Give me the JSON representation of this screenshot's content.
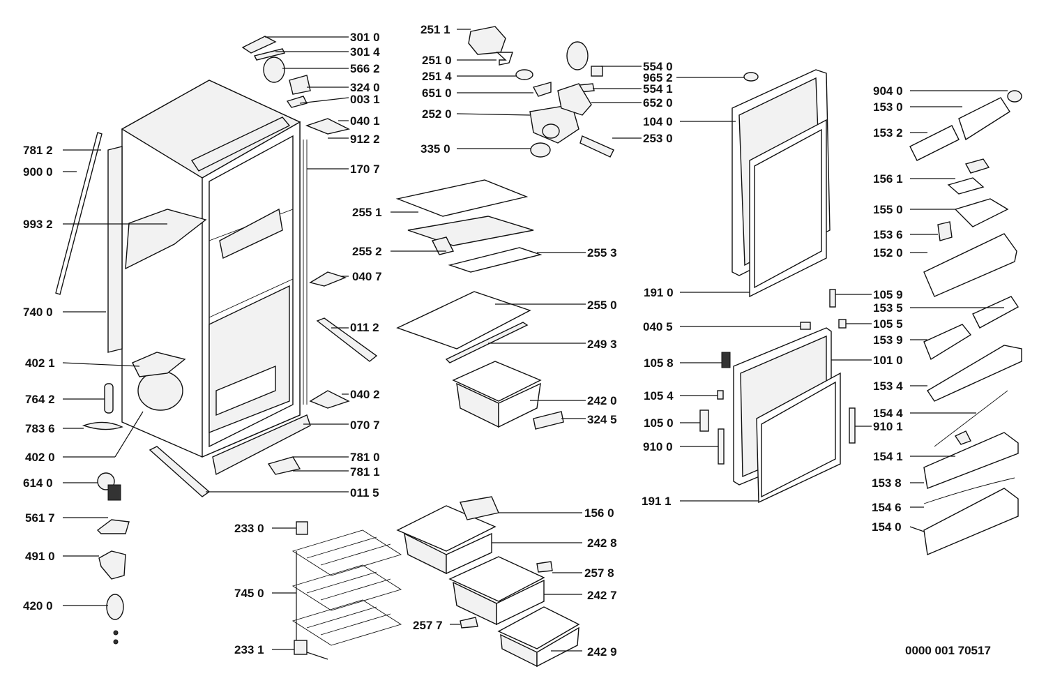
{
  "document_number": "0000 001 70517",
  "callouts": {
    "c3010": "301 0",
    "c3014": "301 4",
    "c5662": "566 2",
    "c3240": "324 0",
    "c0031": "003 1",
    "c0401": "040 1",
    "c9122": "912 2",
    "c1707": "170 7",
    "c7812": "781 2",
    "c9000": "900 0",
    "c9932": "993 2",
    "c7400": "740 0",
    "c4021": "402 1",
    "c7642": "764 2",
    "c7836": "783 6",
    "c4020": "402 0",
    "c6140": "614 0",
    "c5617": "561 7",
    "c4910": "491 0",
    "c4200": "420 0",
    "c0407": "040 7",
    "c0112": "011 2",
    "c0402": "040 2",
    "c0707": "070 7",
    "c7810": "781 0",
    "c7811": "781 1",
    "c0115": "011 5",
    "c2511": "251 1",
    "c2510": "251 0",
    "c2514": "251 4",
    "c6510": "651 0",
    "c2520": "252 0",
    "c3350": "335 0",
    "c5540": "554 0",
    "c9652": "965 2",
    "c5541": "554 1",
    "c6520": "652 0",
    "c1040": "104 0",
    "c2530": "253 0",
    "c2551": "255 1",
    "c2552": "255 2",
    "c2553": "255 3",
    "c2550": "255 0",
    "c2493": "249 3",
    "c2420": "242 0",
    "c3245": "324 5",
    "c2330": "233 0",
    "c7450": "745 0",
    "c2331": "233 1",
    "c1560": "156 0",
    "c2428": "242 8",
    "c2578": "257 8",
    "c2427": "242 7",
    "c2577": "257 7",
    "c2429": "242 9",
    "c1910": "191 0",
    "c0405": "040 5",
    "c1058": "105 8",
    "c1054": "105 4",
    "c1050": "105 0",
    "c9100": "910 0",
    "c1911": "191 1",
    "c1059": "105 9",
    "c1055": "105 5",
    "c1010": "101 0",
    "c9101": "910 1",
    "c9040": "904 0",
    "c1530": "153 0",
    "c1532": "153 2",
    "c1561": "156 1",
    "c1550": "155 0",
    "c1536": "153 6",
    "c1520": "152 0",
    "c1535": "153 5",
    "c1539": "153 9",
    "c1534": "153 4",
    "c1544": "154 4",
    "c1541": "154 1",
    "c1538": "153 8",
    "c1546": "154 6",
    "c1540": "154 0"
  }
}
